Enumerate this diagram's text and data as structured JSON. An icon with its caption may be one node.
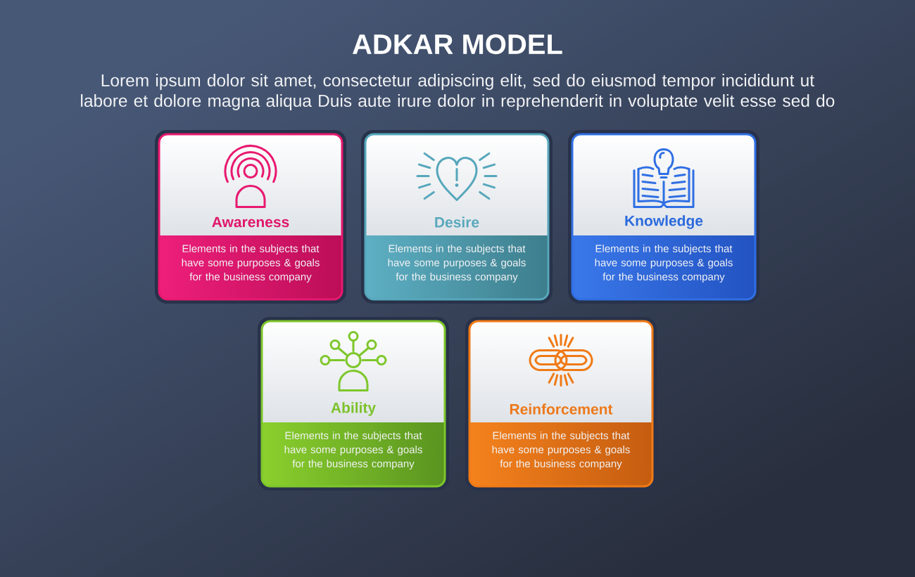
{
  "diagram": {
    "title": "ADKAR MODEL",
    "nodes": [
      {
        "text": [
          "Awareness",
          "Elements in the subjects that have some purposes & goals for the business company"
        ]
      },
      {
        "text": [
          "Desire",
          "Elements in the subjects that have some purposes & goals for the business company"
        ]
      },
      {
        "text": [
          "Knowledge",
          "Elements in the subjects that have some purposes & goals for the business company"
        ]
      },
      {
        "text": [
          "Ability",
          "Elements in the subjects that have some purposes & goals for the business company"
        ]
      },
      {
        "text": [
          "Reinforcement",
          "Elements in the subjects that have some purposes & goals for the business company"
        ]
      }
    ],
    "labels": [
      "Lorem ipsum dolor sit amet, consectetur adipiscing elit, sed do eiusmod tempor incididunt ut labore et dolore magna aliqua Duis aute irure dolor in reprehenderit in voluptate velit esse sed do"
    ]
  }
}
